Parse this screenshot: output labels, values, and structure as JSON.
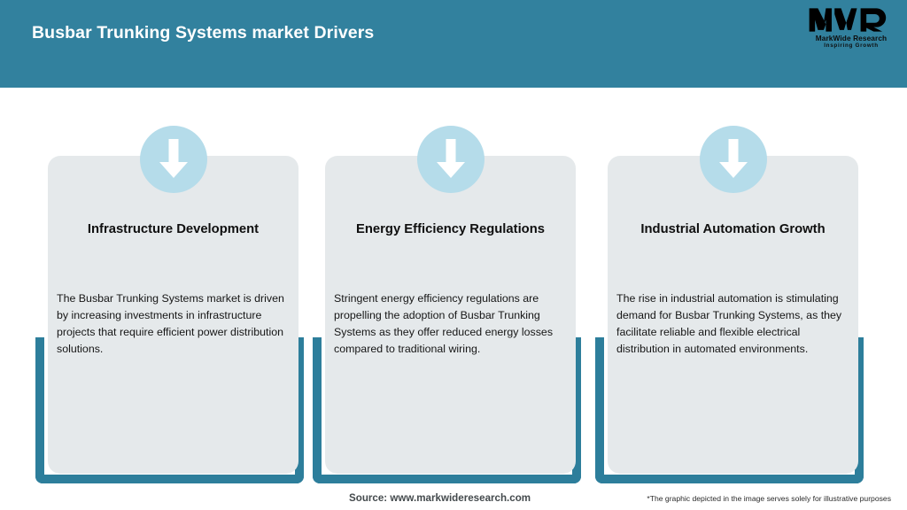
{
  "header": {
    "title": "Busbar Trunking Systems market Drivers",
    "background_color": "#32819e",
    "title_color": "#ffffff"
  },
  "logo": {
    "mark": "MWR",
    "name": "MarkWide Research",
    "tagline": "Inspiring Growth"
  },
  "theme": {
    "accent_teal": "#2d7e9b",
    "card_background": "#e5e9eb",
    "icon_circle": "#b5dcea",
    "arrow_color": "#ffffff",
    "page_background": "#ffffff"
  },
  "cards": [
    {
      "icon": "arrow-down-icon",
      "title": "Infrastructure Development",
      "body": "The Busbar Trunking Systems market is driven by increasing investments in infrastructure projects that require efficient power distribution solutions."
    },
    {
      "icon": "arrow-down-icon",
      "title": "Energy Efficiency Regulations",
      "body": "Stringent energy efficiency regulations are propelling the adoption of Busbar Trunking Systems as they offer reduced energy losses compared to traditional wiring."
    },
    {
      "icon": "arrow-down-icon",
      "title": "Industrial Automation Growth",
      "body": "The rise in industrial automation is stimulating demand for Busbar Trunking Systems, as they facilitate reliable and flexible electrical distribution in automated environments."
    }
  ],
  "footer": {
    "source": "Source: www.markwideresearch.com",
    "note": "*The graphic depicted in the image serves solely for illustrative purposes"
  }
}
